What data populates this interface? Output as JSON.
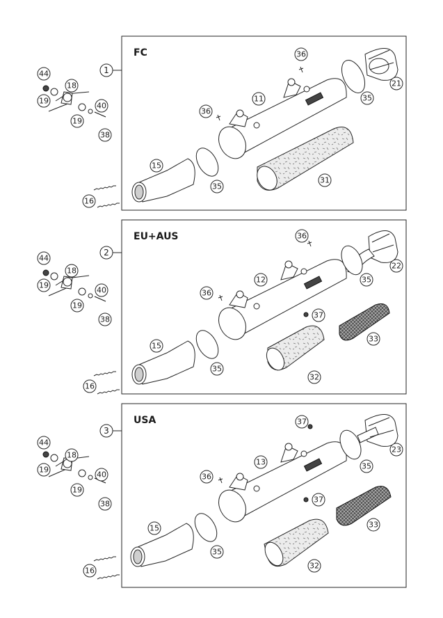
{
  "panels": [
    {
      "number": "1",
      "variant": "FC",
      "parts": {
        "muffler": "11",
        "end_cap": "21",
        "gasket_rear": "35",
        "gasket_front": "35",
        "inlet_cone": "15",
        "insert": "31",
        "screw_top": "36",
        "screw_side": "36",
        "springs": "16",
        "nut": "44",
        "washer_a": "19",
        "bracket": "18",
        "washer_b": "19",
        "spacer": "40",
        "bolt": "38"
      }
    },
    {
      "number": "2",
      "variant": "EU+AUS",
      "parts": {
        "muffler": "12",
        "end_cap": "22",
        "gasket_rear": "35",
        "gasket_front": "35",
        "inlet_cone": "15",
        "insert": "32",
        "insert2": "33",
        "screw_top": "36",
        "screw_side": "36",
        "screw_small": "37",
        "springs": "16",
        "nut": "44",
        "washer_a": "19",
        "bracket": "18",
        "washer_b": "19",
        "spacer": "40",
        "bolt": "38"
      }
    },
    {
      "number": "3",
      "variant": "USA",
      "parts": {
        "muffler": "13",
        "end_cap": "23",
        "gasket_rear": "35",
        "gasket_front": "35",
        "inlet_cone": "15",
        "insert": "32",
        "insert2": "33",
        "screw_top": "37",
        "screw_side": "36",
        "screw_small": "37",
        "springs": "16",
        "nut": "44",
        "washer_a": "19",
        "bracket": "18",
        "washer_b": "19",
        "spacer": "40",
        "bolt": "38"
      }
    }
  ]
}
